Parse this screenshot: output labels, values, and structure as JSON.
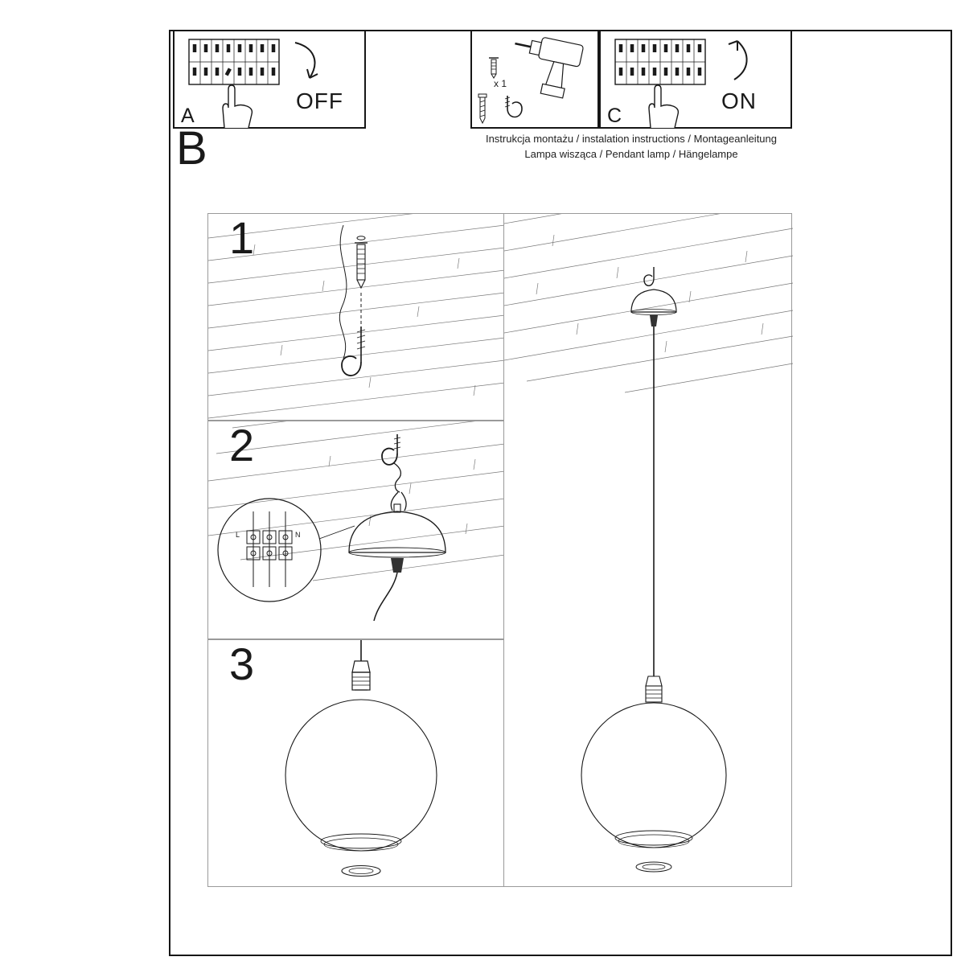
{
  "panels": {
    "a": {
      "label": "A",
      "action": "OFF"
    },
    "tools": {
      "quantity": "x 1"
    },
    "c": {
      "label": "C",
      "action": "ON"
    }
  },
  "captions": {
    "line1": "Instrukcja montażu / instalation instructions / Montageanleitung",
    "line2": "Lampa wisząca / Pendant lamp / Hängelampe"
  },
  "section_label": "B",
  "steps": [
    {
      "number": "1"
    },
    {
      "number": "2",
      "terminal_labels": [
        "L",
        "N"
      ]
    },
    {
      "number": "3"
    }
  ],
  "colors": {
    "line": "#1a1a1a",
    "panel_border": "#9a9a9a",
    "background": "#ffffff"
  }
}
